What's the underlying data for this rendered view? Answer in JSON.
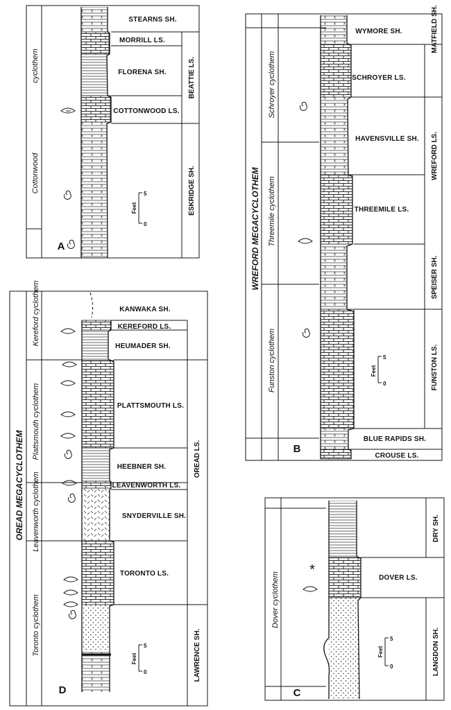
{
  "panels": {
    "A": {
      "panel_label": "A",
      "cyclothem_labels": [
        "Cottonwood",
        "cyclothem"
      ],
      "units": [
        "STEARNS SH.",
        "MORRILL LS.",
        "FLORENA SH.",
        "COTTONWOOD LS.",
        "ESKRIDGE SH."
      ],
      "formation": "BEATTIE LS.",
      "scale_unit": "Feet",
      "scale_top": "5",
      "scale_bottom": "0"
    },
    "B": {
      "panel_label": "B",
      "megacyclothem": "WREFORD MEGACYCLOTHEM",
      "cyclothems": [
        "Schroyer cyclothem",
        "Threemile cyclothem",
        "Funston cyclothem"
      ],
      "units": [
        "WYMORE SH.",
        "SCHROYER LS.",
        "HAVENSVILLE SH.",
        "THREEMILE LS.",
        "BLUE RAPIDS SH.",
        "CROUSE LS."
      ],
      "formations": [
        "MATFIELD SH.",
        "WREFORD LS.",
        "SPEISER SH.",
        "FUNSTON LS."
      ],
      "scale_unit": "Feet",
      "scale_top": "5",
      "scale_bottom": "0"
    },
    "C": {
      "panel_label": "C",
      "cyclothem": "Dover cyclothem",
      "unit": "DOVER LS.",
      "formations": [
        "DRY SH.",
        "LANGDON SH."
      ],
      "marker": "*",
      "scale_unit": "Feet",
      "scale_top": "5",
      "scale_bottom": "0"
    },
    "D": {
      "panel_label": "D",
      "megacyclothem": "OREAD MEGACYCLOTHEM",
      "cyclothems": [
        "Kereford cyclothem",
        "Plattsmouth cyclothem",
        "Leavenworth cyclothem",
        "Toronto cyclothem"
      ],
      "units": [
        "KANWAKA SH.",
        "KEREFORD LS.",
        "HEUMADER SH.",
        "PLATTSMOUTH LS.",
        "HEEBNER SH.",
        "LEAVENWORTH LS.",
        "SNYDERVILLE SH.",
        "TORONTO LS."
      ],
      "formations": [
        "OREAD LS.",
        "LAWRENCE SH."
      ],
      "scale_unit": "Feet",
      "scale_top": "5",
      "scale_bottom": "0"
    }
  }
}
